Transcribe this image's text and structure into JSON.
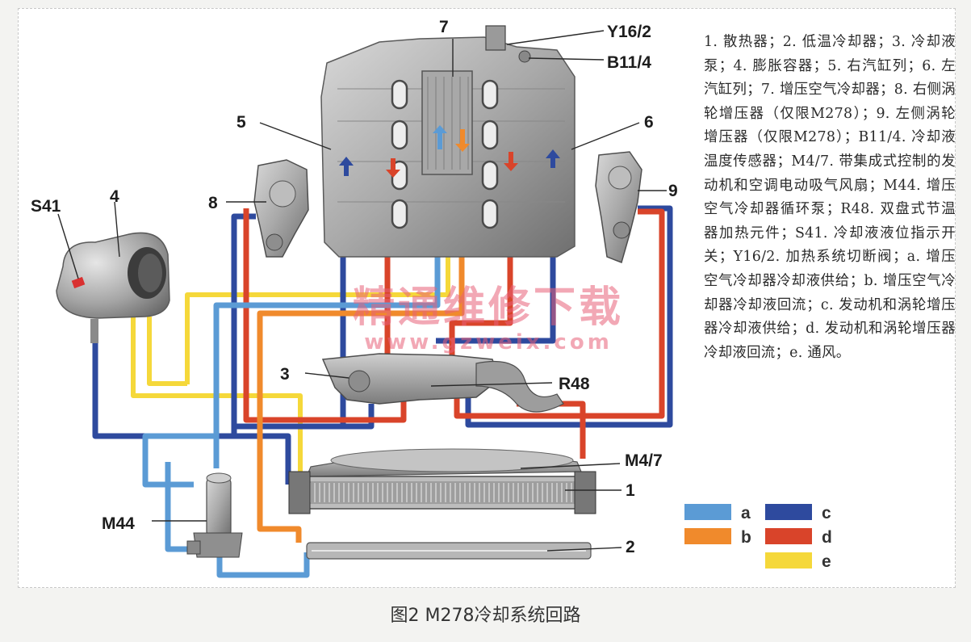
{
  "caption": "图2 M278冷却系统回路",
  "description": "1. 散热器；2. 低温冷却器；3. 冷却液泵；4. 膨胀容器；5. 右汽缸列；6. 左汽缸列；7. 增压空气冷却器；8. 右侧涡轮增压器（仅限M278）；9. 左侧涡轮增压器（仅限M278）；B11/4. 冷却液温度传感器；M4/7. 带集成式控制的发动机和空调电动吸气风扇；M44. 增压空气冷却器循环泵；R48. 双盘式节温器加热元件；S41. 冷却液液位指示开关；Y16/2. 加热系统切断阀；a. 增压空气冷却器冷却液供给；b. 增压空气冷却器冷却液回流；c. 发动机和涡轮增压器冷却液供给；d. 发动机和涡轮增压器冷却液回流；e. 通风。",
  "watermark": {
    "main": "精通维修下载",
    "sub": "www.gzweix.com"
  },
  "labels": {
    "c7": "7",
    "cY16": "Y16/2",
    "cB11": "B11/4",
    "c5": "5",
    "c6": "6",
    "c8": "8",
    "c9": "9",
    "cS41": "S41",
    "c4": "4",
    "c3": "3",
    "cR48": "R48",
    "cM47": "M4/7",
    "c1": "1",
    "cM44": "M44",
    "c2": "2"
  },
  "legend": [
    {
      "key": "a",
      "color": "#5b9bd5"
    },
    {
      "key": "b",
      "color": "#f08a2c"
    },
    {
      "key": "c",
      "color": "#2e4a9e"
    },
    {
      "key": "d",
      "color": "#d9442a"
    },
    {
      "key": "e",
      "color": "#f5d83a"
    }
  ],
  "colors": {
    "a": "#5b9bd5",
    "b": "#f08a2c",
    "c": "#2e4a9e",
    "d": "#d9442a",
    "e": "#f5d83a"
  }
}
